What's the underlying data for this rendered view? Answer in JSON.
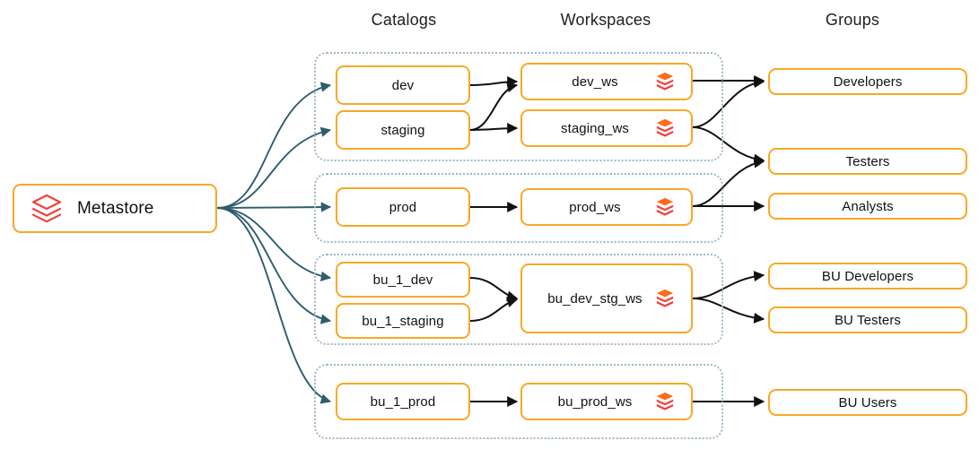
{
  "diagram": {
    "title_columns": [
      {
        "id": "catalogs",
        "label": "Catalogs"
      },
      {
        "id": "workspaces",
        "label": "Workspaces"
      },
      {
        "id": "groups",
        "label": "Groups"
      }
    ],
    "colors": {
      "node_border": "#F9A825",
      "node_fill": "#FFFFFF",
      "container_border": "#9FB8C6",
      "metastore_arrow": "#2E5C6E",
      "node_arrow": "#111111",
      "icon_red": "#E8432B",
      "icon_orange": "#FF6B1A",
      "text": "#111111"
    },
    "root": {
      "id": "metastore",
      "label": "Metastore",
      "icon": "databricks-outline-icon"
    },
    "containers": [
      {
        "id": "group-dev-staging",
        "rows": 1
      },
      {
        "id": "group-prod",
        "rows": 1
      },
      {
        "id": "group-bu-dev-stg",
        "rows": 1
      },
      {
        "id": "group-bu-prod",
        "rows": 1
      }
    ],
    "catalogs": [
      {
        "id": "dev",
        "label": "dev"
      },
      {
        "id": "staging",
        "label": "staging"
      },
      {
        "id": "prod",
        "label": "prod"
      },
      {
        "id": "bu_1_dev",
        "label": "bu_1_dev"
      },
      {
        "id": "bu_1_staging",
        "label": "bu_1_staging"
      },
      {
        "id": "bu_1_prod",
        "label": "bu_1_prod"
      }
    ],
    "workspaces": [
      {
        "id": "dev_ws",
        "label": "dev_ws",
        "icon": "databricks-solid-icon"
      },
      {
        "id": "staging_ws",
        "label": "staging_ws",
        "icon": "databricks-solid-icon"
      },
      {
        "id": "prod_ws",
        "label": "prod_ws",
        "icon": "databricks-solid-icon"
      },
      {
        "id": "bu_dev_stg_ws",
        "label": "bu_dev_stg_ws",
        "icon": "databricks-solid-icon"
      },
      {
        "id": "bu_prod_ws",
        "label": "bu_prod_ws",
        "icon": "databricks-solid-icon"
      }
    ],
    "groups": [
      {
        "id": "developers",
        "label": "Developers"
      },
      {
        "id": "testers",
        "label": "Testers"
      },
      {
        "id": "analysts",
        "label": "Analysts"
      },
      {
        "id": "bu_developers",
        "label": "BU Developers"
      },
      {
        "id": "bu_testers",
        "label": "BU Testers"
      },
      {
        "id": "bu_users",
        "label": "BU Users"
      }
    ],
    "edges": [
      {
        "from": "metastore",
        "to": "dev",
        "style": "teal"
      },
      {
        "from": "metastore",
        "to": "staging",
        "style": "teal"
      },
      {
        "from": "metastore",
        "to": "prod",
        "style": "teal"
      },
      {
        "from": "metastore",
        "to": "bu_1_dev",
        "style": "teal"
      },
      {
        "from": "metastore",
        "to": "bu_1_staging",
        "style": "teal"
      },
      {
        "from": "metastore",
        "to": "bu_1_prod",
        "style": "teal"
      },
      {
        "from": "dev",
        "to": "dev_ws",
        "style": "dark"
      },
      {
        "from": "staging",
        "to": "dev_ws",
        "style": "dark"
      },
      {
        "from": "staging",
        "to": "staging_ws",
        "style": "dark"
      },
      {
        "from": "prod",
        "to": "prod_ws",
        "style": "dark"
      },
      {
        "from": "bu_1_dev",
        "to": "bu_dev_stg_ws",
        "style": "dark"
      },
      {
        "from": "bu_1_staging",
        "to": "bu_dev_stg_ws",
        "style": "dark"
      },
      {
        "from": "bu_1_prod",
        "to": "bu_prod_ws",
        "style": "dark"
      },
      {
        "from": "dev_ws",
        "to": "developers",
        "style": "dark"
      },
      {
        "from": "staging_ws",
        "to": "developers",
        "style": "dark"
      },
      {
        "from": "staging_ws",
        "to": "testers",
        "style": "dark"
      },
      {
        "from": "prod_ws",
        "to": "testers",
        "style": "dark"
      },
      {
        "from": "prod_ws",
        "to": "analysts",
        "style": "dark"
      },
      {
        "from": "bu_dev_stg_ws",
        "to": "bu_developers",
        "style": "dark"
      },
      {
        "from": "bu_dev_stg_ws",
        "to": "bu_testers",
        "style": "dark"
      },
      {
        "from": "bu_prod_ws",
        "to": "bu_users",
        "style": "dark"
      }
    ]
  }
}
